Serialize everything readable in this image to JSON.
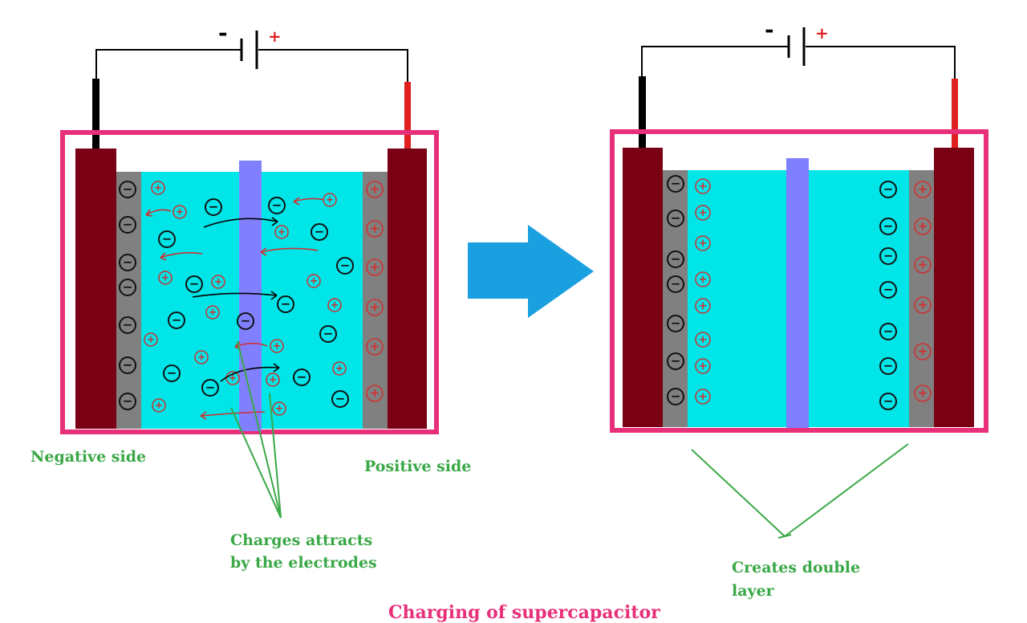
{
  "battery_left": {
    "negative_symbol": "-",
    "positive_symbol": "+"
  },
  "battery_right": {
    "negative_symbol": "-",
    "positive_symbol": "+"
  },
  "labels": {
    "negative_side": "Negative side",
    "positive_side": "Positive side",
    "charges_line1": "Charges attracts",
    "charges_line2": "by the electrodes",
    "double_line1": "Creates double",
    "double_line2": "layer"
  },
  "caption": "Charging of supercapacitor",
  "ion_symbols": {
    "negative": "−",
    "positive": "+"
  },
  "colors": {
    "container": "#e8307a",
    "electrolyte": "#00e5e8",
    "electrode": "#7a0014",
    "collector_plate": "#808080",
    "separator": "#8080ff",
    "negative_wire": "#000000",
    "positive_wire": "#e02020",
    "negative_ion": "#111111",
    "positive_ion": "#d03030",
    "annotation": "#3aa846",
    "arrow": "#1aa0e0",
    "caption": "#e8307a"
  }
}
